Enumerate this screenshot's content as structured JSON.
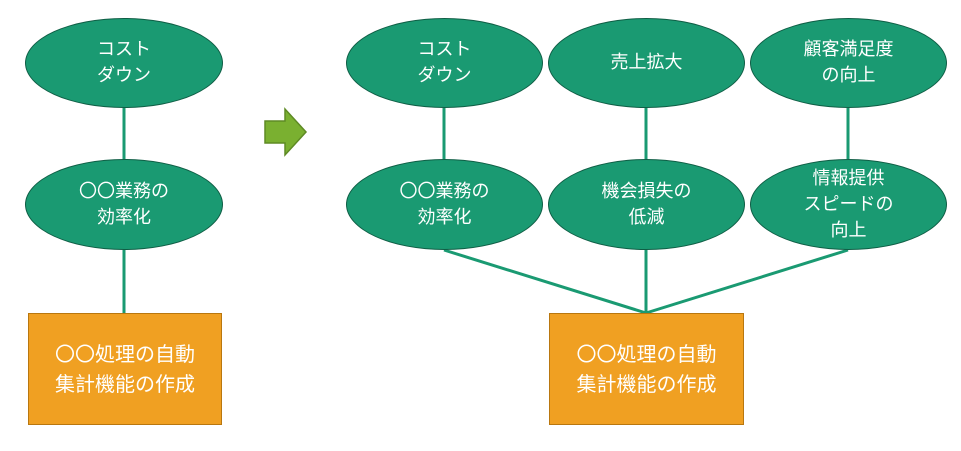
{
  "left": {
    "goal": "コスト\nダウン",
    "objective": "〇〇業務の\n効率化",
    "action": "〇〇処理の自動\n集計機能の作成"
  },
  "right": {
    "goals": [
      "コスト\nダウン",
      "売上拡大",
      "顧客満足度\nの向上"
    ],
    "objectives": [
      "〇〇業務の\n効率化",
      "機会損失の\n低減",
      "情報提供\nスピードの\n向上"
    ],
    "action": "〇〇処理の自動\n集計機能の作成"
  },
  "colors": {
    "node_fill": "#1a9a72",
    "node_border": "#0f5e45",
    "action_fill": "#f0a022",
    "arrow": "#7ab030"
  },
  "icons": {
    "transition": "arrow-right-icon"
  }
}
